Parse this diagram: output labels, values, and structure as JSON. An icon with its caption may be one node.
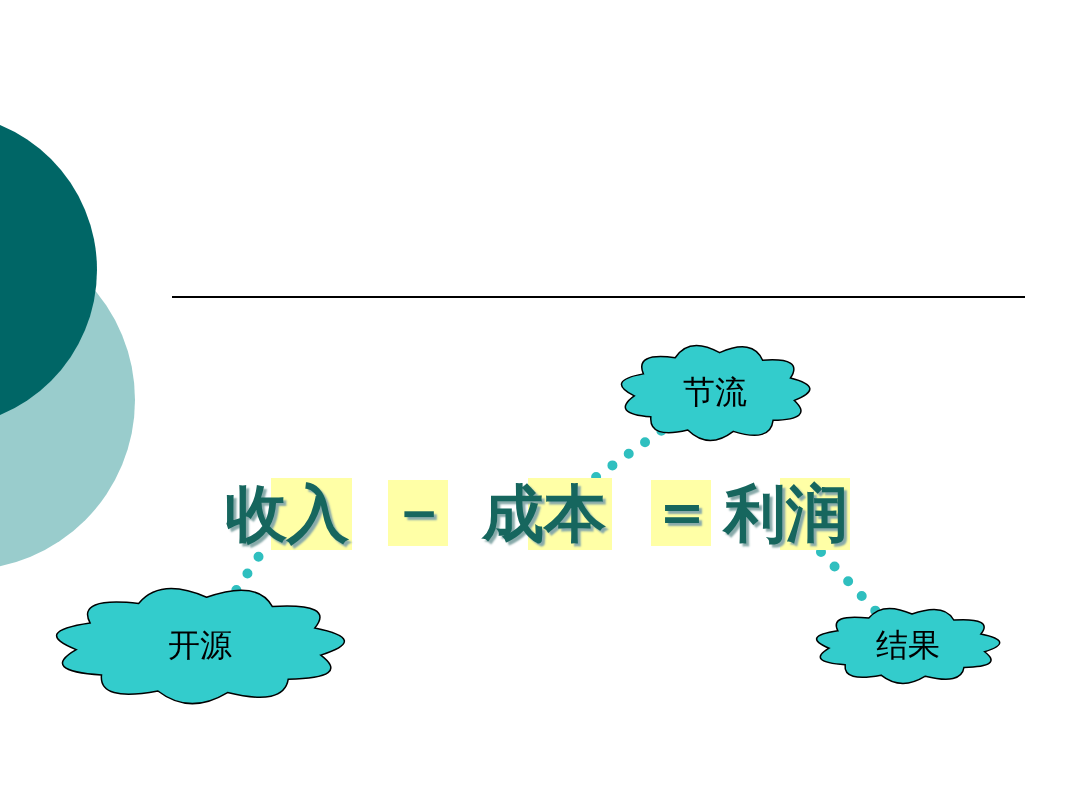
{
  "diagram": {
    "nodes": [
      {
        "text": [
          "节流"
        ]
      },
      {
        "text": [
          "收入"
        ]
      },
      {
        "text": [
          "成本"
        ]
      },
      {
        "text": [
          "利润"
        ]
      },
      {
        "text": [
          "开源"
        ]
      },
      {
        "text": [
          "结果"
        ]
      }
    ],
    "edges": [
      {
        "from": 0,
        "to": 2,
        "arrow": "none"
      },
      {
        "from": 4,
        "to": 1,
        "arrow": "none"
      },
      {
        "from": 5,
        "to": 3,
        "arrow": "none"
      }
    ],
    "labels": [
      "－",
      "＝"
    ]
  }
}
